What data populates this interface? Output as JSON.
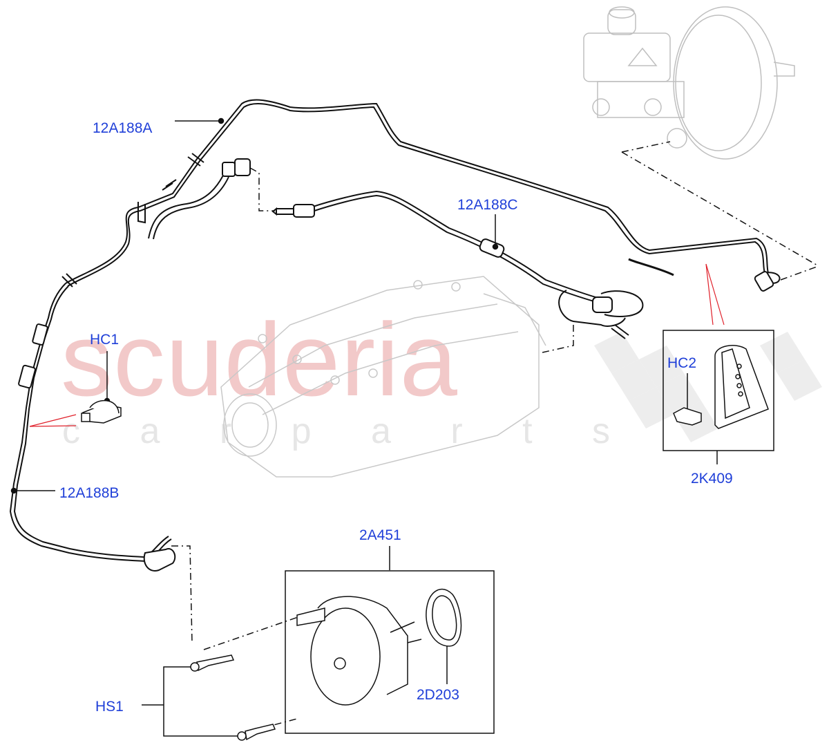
{
  "watermark": {
    "brand": "scuderia",
    "sub": "c a r p a r t s"
  },
  "callouts": {
    "hose_a": "12A188A",
    "hose_b": "12A188B",
    "hose_c": "12A188C",
    "clip_hc1": "HC1",
    "clip_hc2": "HC2",
    "bracket": "2K409",
    "pump": "2A451",
    "seal": "2D203",
    "screws": "HS1"
  },
  "colors": {
    "callout_text": "#1f3fd8",
    "watermark_red": "#f2c9c9",
    "leader_red": "#e0202a"
  }
}
